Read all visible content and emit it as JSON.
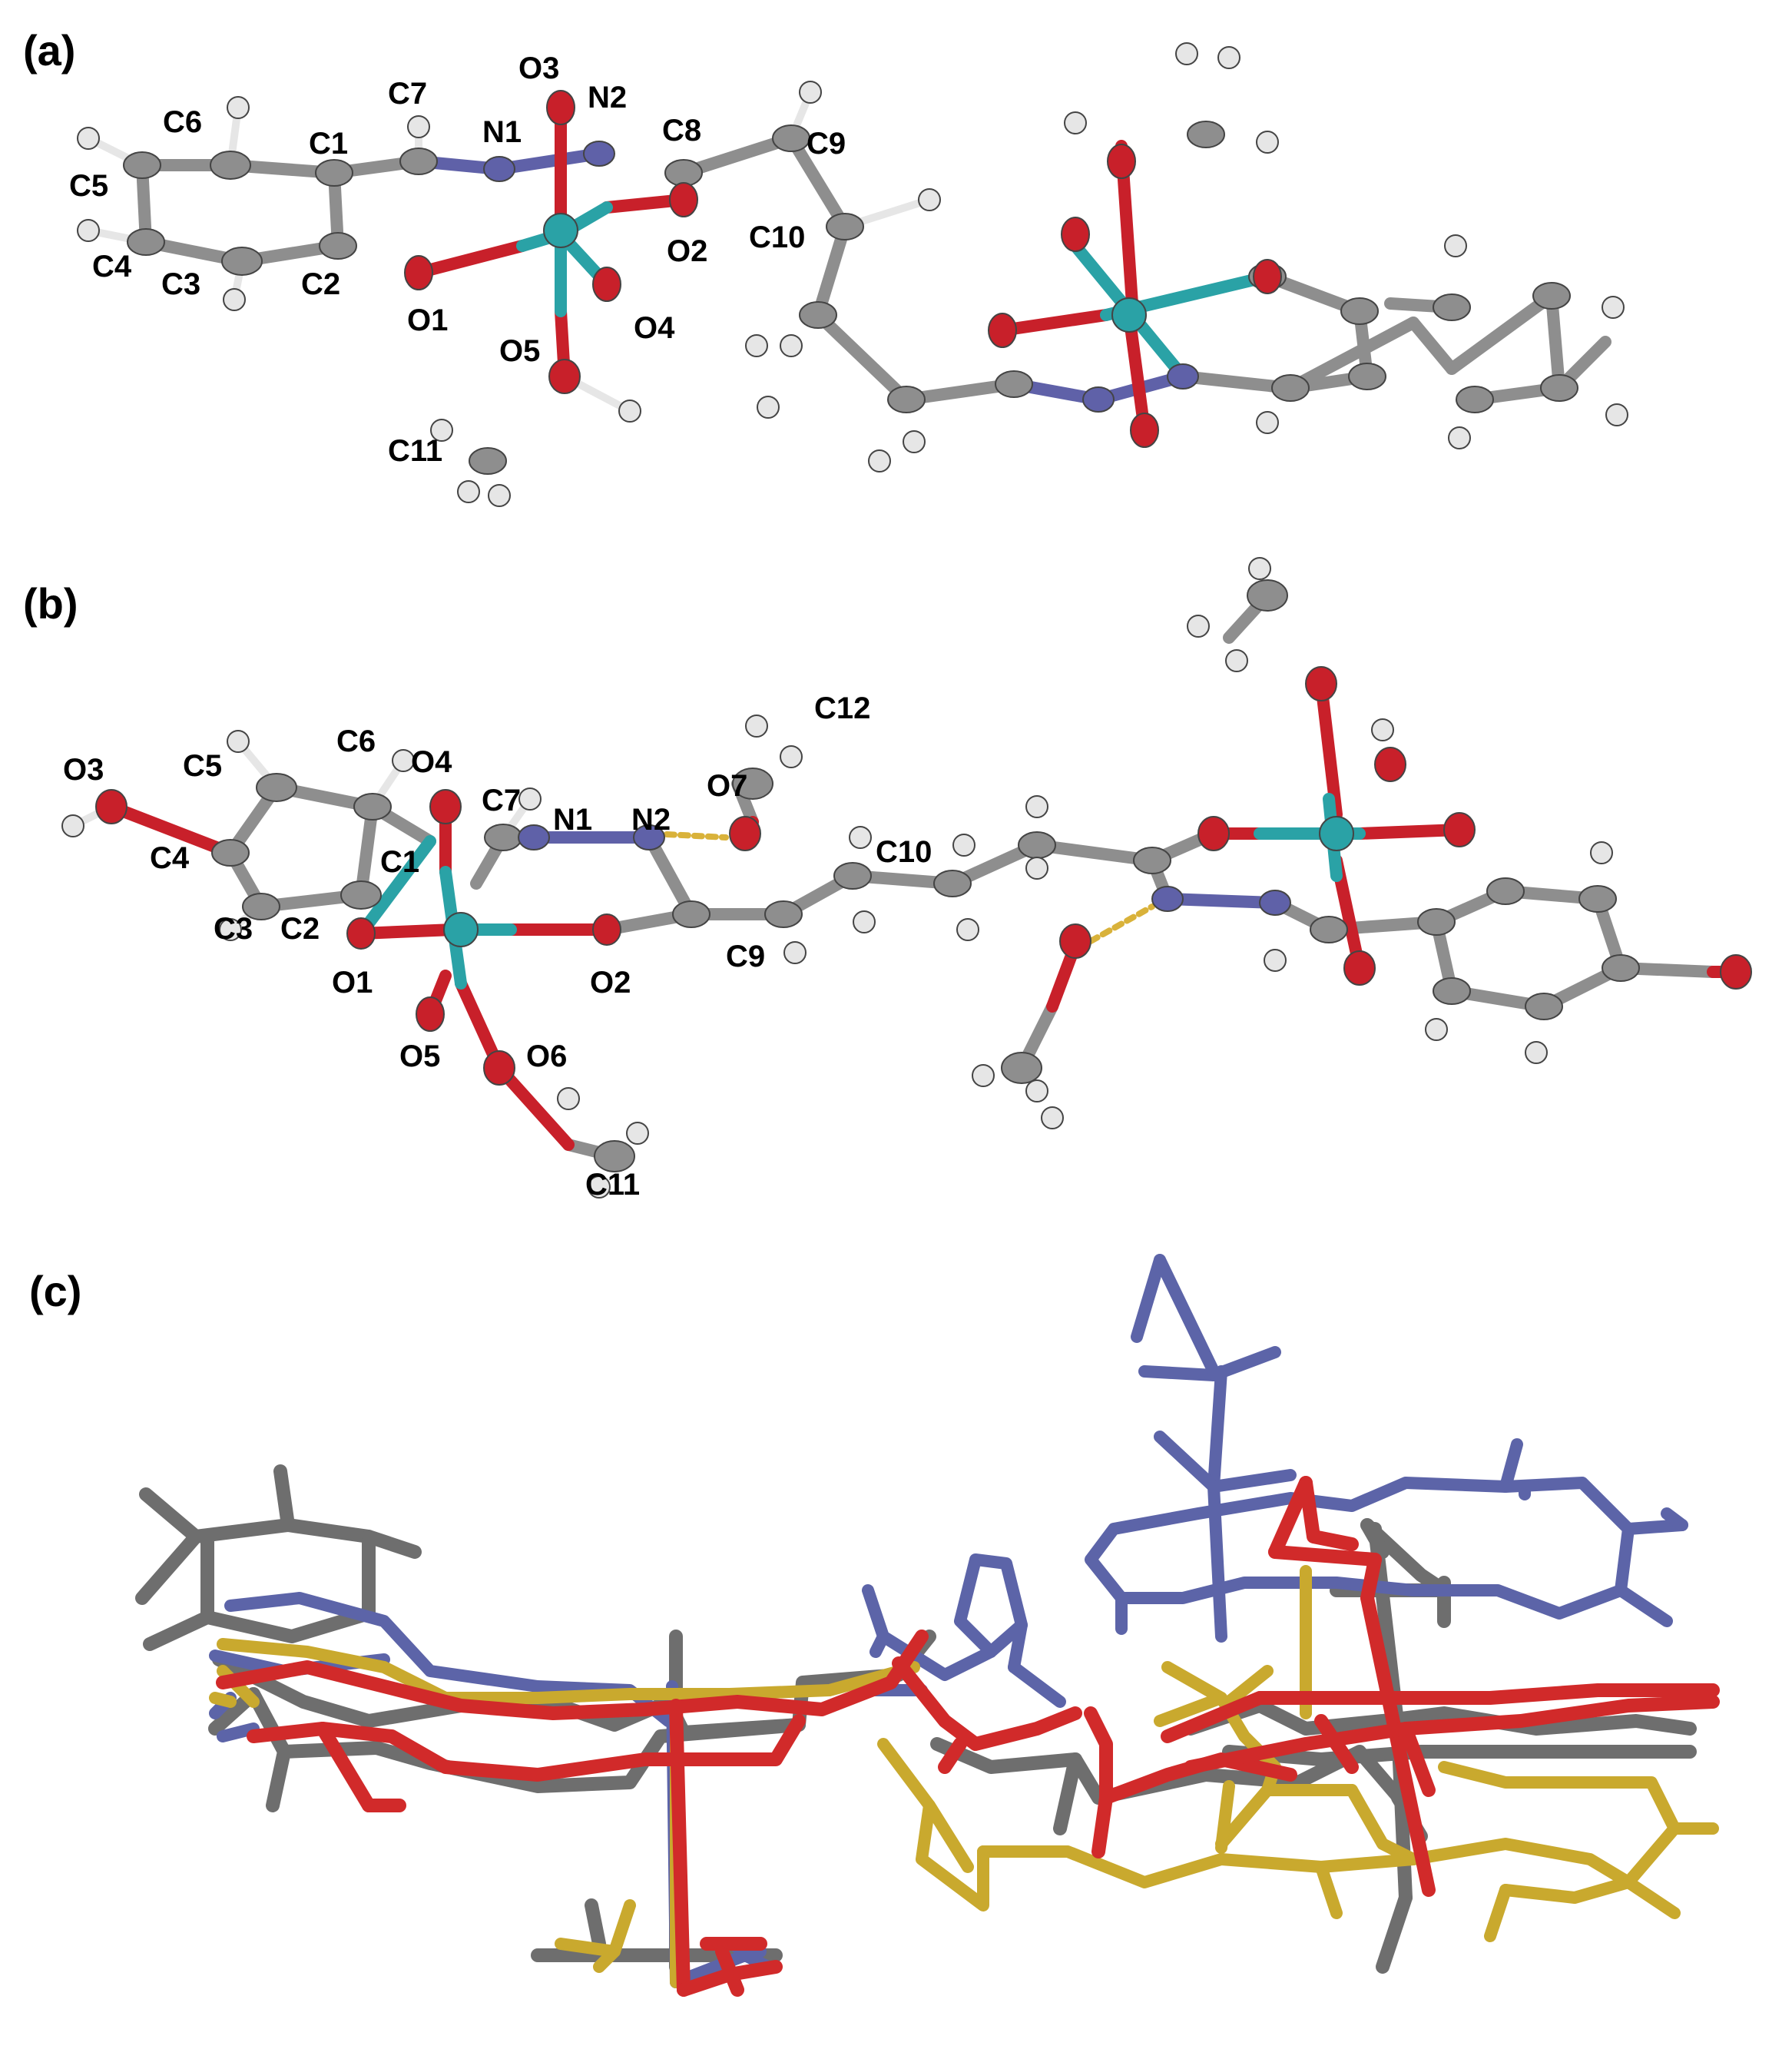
{
  "colors": {
    "carbon": "#8e8e8e",
    "hydrogen": "#e6e6e6",
    "oxygen": "#c8202a",
    "nitrogen": "#5f61a8",
    "metal": "#2aa2a6",
    "hbond": "#d9b23a",
    "overlay_gray": "#6e6e6e",
    "overlay_blue": "#5c64a8",
    "overlay_red": "#d12a2a",
    "overlay_gold": "#c9a92e"
  },
  "panels": {
    "a": {
      "label": "(a)",
      "atom_labels": [
        "C6",
        "C1",
        "C7",
        "N1",
        "O3",
        "N2",
        "C8",
        "C9",
        "C5",
        "C10",
        "C4",
        "C3",
        "C2",
        "O1",
        "O2",
        "O5",
        "O4",
        "C11"
      ]
    },
    "b": {
      "label": "(b)",
      "atom_labels": [
        "C12",
        "O3",
        "C6",
        "O4",
        "C5",
        "C7",
        "O7",
        "N1",
        "N2",
        "C10",
        "C4",
        "C1",
        "C3",
        "C2",
        "C9",
        "O1",
        "O2",
        "O5",
        "O6",
        "C11"
      ]
    },
    "c": {
      "label": "(c)"
    }
  }
}
